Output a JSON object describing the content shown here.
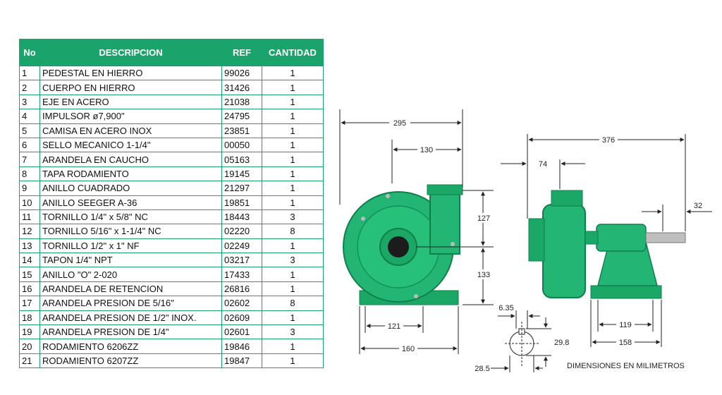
{
  "table": {
    "headers": {
      "no": "No",
      "description": "DESCRIPCION",
      "ref": "REF",
      "qty": "CANTIDAD"
    },
    "rows": [
      {
        "no": "1",
        "description": "PEDESTAL EN HIERRO",
        "ref": "99026",
        "qty": "1"
      },
      {
        "no": "2",
        "description": "CUERPO EN HIERRO",
        "ref": "31426",
        "qty": "1"
      },
      {
        "no": "3",
        "description": "EJE EN ACERO",
        "ref": "21038",
        "qty": "1"
      },
      {
        "no": "4",
        "description": "IMPULSOR  ø7,900\"",
        "ref": "24795",
        "qty": "1"
      },
      {
        "no": "5",
        "description": "CAMISA EN ACERO INOX",
        "ref": "23851",
        "qty": "1"
      },
      {
        "no": "6",
        "description": "SELLO MECANICO 1-1/4\"",
        "ref": "00050",
        "qty": "1"
      },
      {
        "no": "7",
        "description": "ARANDELA EN CAUCHO",
        "ref": "05163",
        "qty": "1"
      },
      {
        "no": "8",
        "description": "TAPA RODAMIENTO",
        "ref": "19145",
        "qty": "1"
      },
      {
        "no": "9",
        "description": "ANILLO CUADRADO",
        "ref": "21297",
        "qty": "1"
      },
      {
        "no": "10",
        "description": "ANILLO SEEGER A-36",
        "ref": "19851",
        "qty": "1"
      },
      {
        "no": "11",
        "description": "TORNILLO 1/4\" x 5/8\" NC",
        "ref": "18443",
        "qty": "3"
      },
      {
        "no": "12",
        "description": "TORNILLO 5/16\" x 1-1/4\" NC",
        "ref": "02220",
        "qty": "8"
      },
      {
        "no": "13",
        "description": "TORNILLO  1/2\" x 1\" NF",
        "ref": "02249",
        "qty": "1"
      },
      {
        "no": "14",
        "description": "TAPON 1/4\" NPT",
        "ref": "03217",
        "qty": "3"
      },
      {
        "no": "15",
        "description": "ANILLO \"O\" 2-020",
        "ref": "17433",
        "qty": "1"
      },
      {
        "no": "16",
        "description": "ARANDELA DE RETENCION",
        "ref": "26816",
        "qty": "1"
      },
      {
        "no": "17",
        "description": "ARANDELA PRESION DE 5/16\"",
        "ref": "02602",
        "qty": "8"
      },
      {
        "no": "18",
        "description": "ARANDELA PRESION DE 1/2\" INOX.",
        "ref": "02609",
        "qty": "1"
      },
      {
        "no": "19",
        "description": "ARANDELA PRESION DE 1/4\"",
        "ref": "02601",
        "qty": "3"
      },
      {
        "no": "20",
        "description": "RODAMIENTO 6206ZZ",
        "ref": "19846",
        "qty": "1"
      },
      {
        "no": "21",
        "description": "RODAMIENTO 6207ZZ",
        "ref": "19847",
        "qty": "1"
      }
    ]
  },
  "dimensions": {
    "front_width_total": "295",
    "front_outlet_offset": "130",
    "front_outlet_height": "127",
    "front_shaft_height": "133",
    "front_base_inner": "121",
    "front_base_outer": "160",
    "side_length_total": "376",
    "side_inlet_offset": "74",
    "side_shaft_end": "32",
    "side_base_inner": "119",
    "side_base_outer": "158",
    "key_width": "6.35",
    "key_depth": "29.8",
    "shaft_diameter": "28.5"
  },
  "caption": "DIMENSIONES EN MILIMETROS",
  "colors": {
    "brand_green": "#1aa36a",
    "pump_green": "#22b573",
    "pump_dark": "#0f7f4c"
  }
}
